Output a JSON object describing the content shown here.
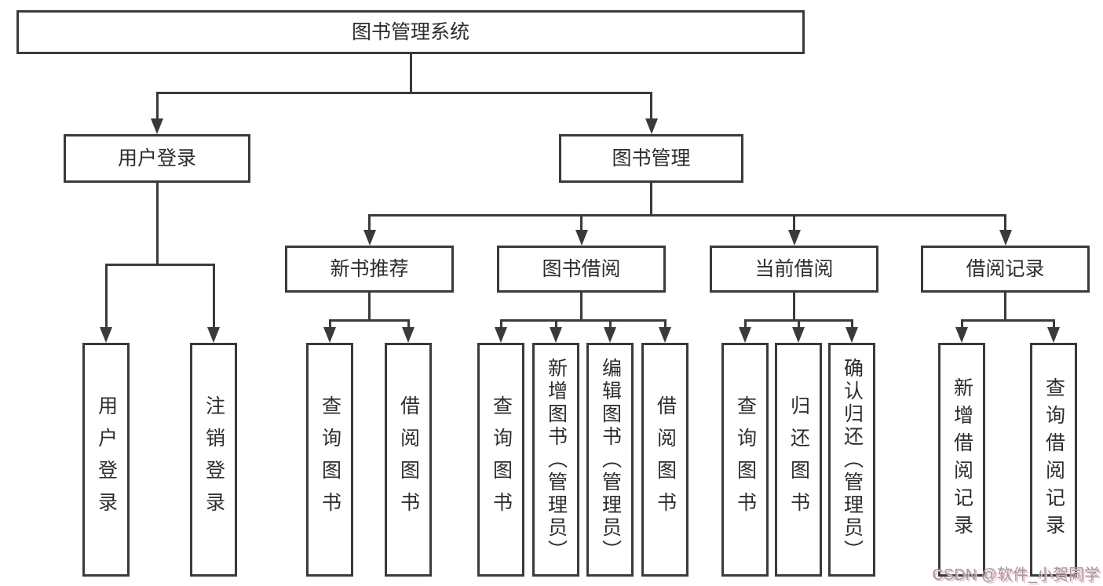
{
  "diagram_type": "hierarchy-tree",
  "tree": {
    "root": {
      "label": "图书管理系统",
      "children": [
        {
          "label": "用户登录",
          "children": [
            {
              "label": "用户登录"
            },
            {
              "label": "注销登录"
            }
          ]
        },
        {
          "label": "图书管理",
          "children": [
            {
              "label": "新书推荐",
              "children": [
                {
                  "label": "查询图书"
                },
                {
                  "label": "借阅图书"
                }
              ]
            },
            {
              "label": "图书借阅",
              "children": [
                {
                  "label": "查询图书"
                },
                {
                  "label": "新增图书（管理员）"
                },
                {
                  "label": "编辑图书（管理员）"
                },
                {
                  "label": "借阅图书"
                }
              ]
            },
            {
              "label": "当前借阅",
              "children": [
                {
                  "label": "查询图书"
                },
                {
                  "label": "归还图书"
                },
                {
                  "label": "确认归还（管理员）"
                }
              ]
            },
            {
              "label": "借阅记录",
              "children": [
                {
                  "label": "新增借阅记录"
                },
                {
                  "label": "查询借阅记录"
                }
              ]
            }
          ]
        }
      ]
    }
  },
  "watermark": {
    "text": "CSDN @软件_小贺同学"
  },
  "colors": {
    "line": "#3a3a3a",
    "text": "#2d2d2d",
    "background": "#ffffff",
    "watermark_text": "#9c9c9c",
    "watermark_shadow": "#f3b8c3"
  }
}
